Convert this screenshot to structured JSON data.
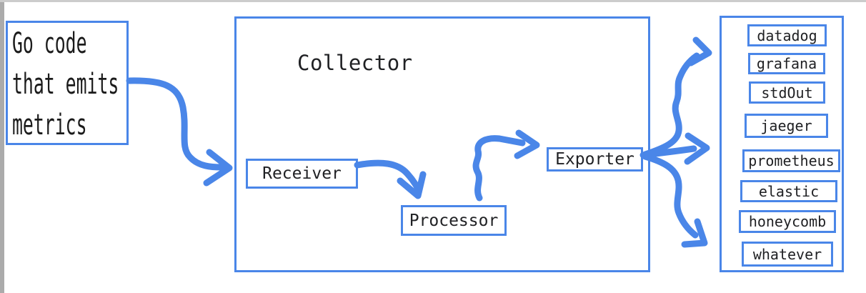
{
  "colors": {
    "blue": "#4a86e8",
    "text": "#202124",
    "edge_gray": "#ababab"
  },
  "source_box": {
    "lines": [
      "Go code",
      "that emits",
      "metrics"
    ]
  },
  "collector": {
    "title": "Collector",
    "components": [
      {
        "label": "Receiver"
      },
      {
        "label": "Processor"
      },
      {
        "label": "Exporter"
      }
    ]
  },
  "backends": {
    "items": [
      {
        "label": "datadog"
      },
      {
        "label": "grafana"
      },
      {
        "label": "stdOut"
      },
      {
        "label": "jaeger"
      },
      {
        "label": "prometheus"
      },
      {
        "label": "elastic"
      },
      {
        "label": "honeycomb"
      },
      {
        "label": "whatever"
      }
    ]
  },
  "arrows": [
    {
      "name": "source-to-collector"
    },
    {
      "name": "receiver-to-processor"
    },
    {
      "name": "processor-to-exporter"
    },
    {
      "name": "exporter-branch-up"
    },
    {
      "name": "exporter-branch-right"
    },
    {
      "name": "exporter-branch-down"
    }
  ]
}
